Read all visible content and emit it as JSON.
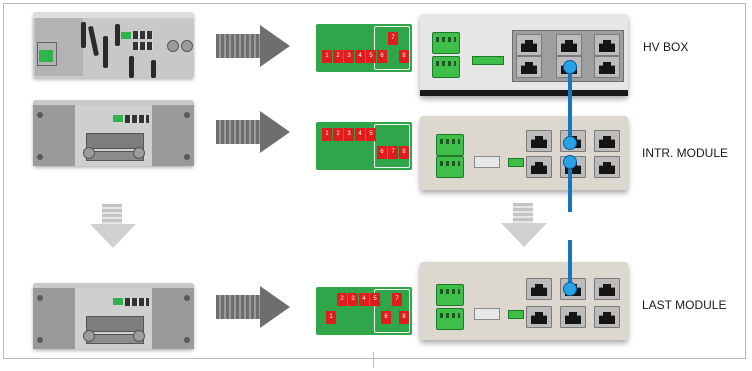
{
  "labels": {
    "hv_box": "HV BOX",
    "intr_module": "INTR. MODULE",
    "last_module": "LAST MODULE"
  },
  "dip_switches": {
    "hv_box": [
      "1",
      "2",
      "3",
      "4",
      "5",
      "6",
      "7",
      "8"
    ],
    "intr_module": [
      "1",
      "2",
      "3",
      "4",
      "5",
      "6",
      "7",
      "8"
    ],
    "last_module": [
      "1",
      "2",
      "3",
      "4",
      "5",
      "6",
      "7",
      "8"
    ]
  },
  "colors": {
    "dip_board": "#2fa64a",
    "dip_switch": "#e01d1d",
    "link_cable": "#1676b9",
    "arrow_right": "#6e6e6e",
    "arrow_down": "#d0d0d0"
  }
}
